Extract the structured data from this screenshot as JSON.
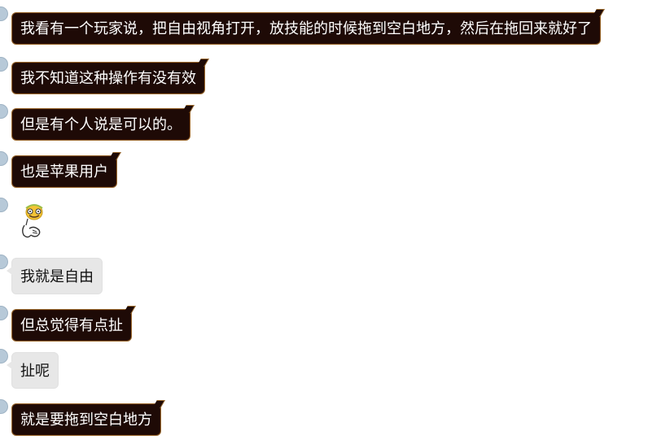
{
  "messages": [
    {
      "text": "我看有一个玩家说，把自由视角打开，放技能的时候拖到空白地方，然后在拖回来就好了",
      "style": "dark"
    },
    {
      "text": "我不知道这种操作有没有效",
      "style": "dark"
    },
    {
      "text": "但是有个人说是可以的。",
      "style": "dark"
    },
    {
      "text": "也是苹果用户",
      "style": "dark"
    },
    {
      "sticker": "cartoon-face-sticker",
      "style": "sticker"
    },
    {
      "text": "我就是自由",
      "style": "light"
    },
    {
      "text": "但总觉得有点扯",
      "style": "dark"
    },
    {
      "text": "扯呢",
      "style": "light"
    },
    {
      "text": "就是要拖到空白地方",
      "style": "dark"
    }
  ],
  "colors": {
    "dark_bubble_bg": "#1e0a06",
    "dark_bubble_border": "#9b6a2f",
    "light_bubble_bg": "#e7e7e7",
    "avatar": "#b7c9d8"
  }
}
